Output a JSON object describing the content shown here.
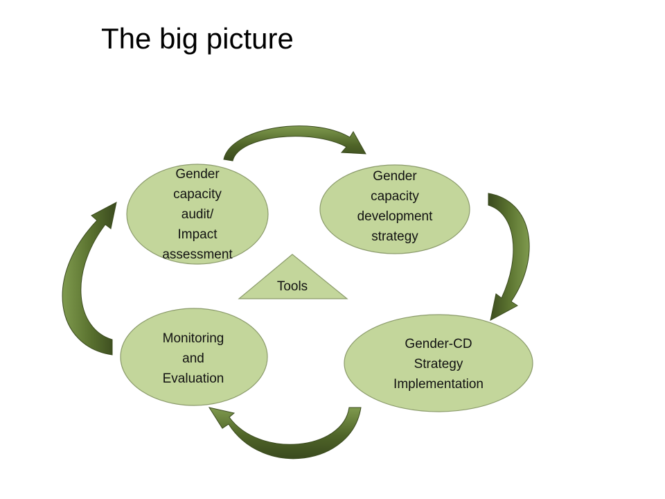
{
  "slide": {
    "title": "The big picture"
  },
  "colors": {
    "node_fill": "#c3d69b",
    "node_stroke": "#8a9a6a",
    "arrow_dark": "#3f5022",
    "arrow_mid": "#5b7330",
    "arrow_light": "#7f9a4e",
    "text": "#111111"
  },
  "diagram": {
    "nodes": [
      {
        "id": "audit",
        "label": "Gender\ncapacity\naudit/\nImpact\nassessment"
      },
      {
        "id": "strategy",
        "label": "Gender\ncapacity\ndevelopment\nstrategy"
      },
      {
        "id": "implementation",
        "label": "Gender-CD\nStrategy\nImplementation"
      },
      {
        "id": "monitoring",
        "label": "Monitoring\nand\nEvaluation"
      }
    ],
    "center": {
      "label": "Tools"
    },
    "cycle_arrows": [
      {
        "from": "audit",
        "to": "strategy"
      },
      {
        "from": "strategy",
        "to": "implementation"
      },
      {
        "from": "implementation",
        "to": "monitoring"
      },
      {
        "from": "monitoring",
        "to": "audit"
      }
    ]
  }
}
